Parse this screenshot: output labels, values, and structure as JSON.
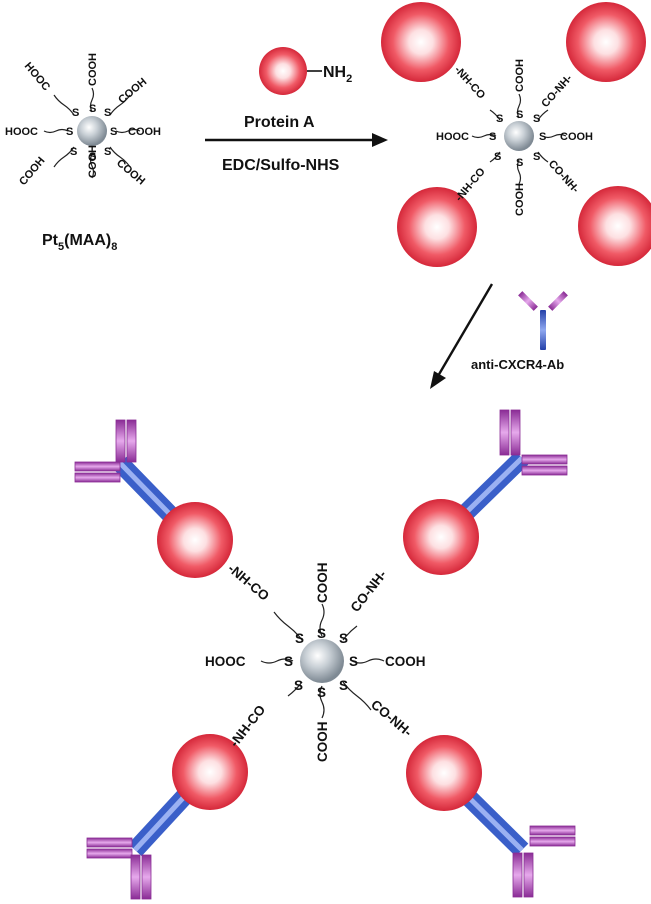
{
  "labels": {
    "cluster_name_base": "Pt",
    "cluster_name_sub1": "5",
    "cluster_name_mid": "(MAA)",
    "cluster_name_sub2": "8",
    "protein_nh2": "NH",
    "protein_nh2_sub": "2",
    "protein_a": "Protein  A",
    "coupling": "EDC/Sulfo-NHS",
    "antibody": "anti-CXCR4-Ab"
  },
  "groups": {
    "sulfur": "S",
    "cooh": "COOH",
    "hooc": "HOOC",
    "amide_right": "CO-NH-",
    "amide_left": "-NH-CO"
  },
  "colors": {
    "cluster_core": "#b8c0c8",
    "protein_sphere": "#e8394a",
    "antibody_stem": "#3a5fc9",
    "antibody_arm": "#b04fb6",
    "arrow": "#111111"
  }
}
